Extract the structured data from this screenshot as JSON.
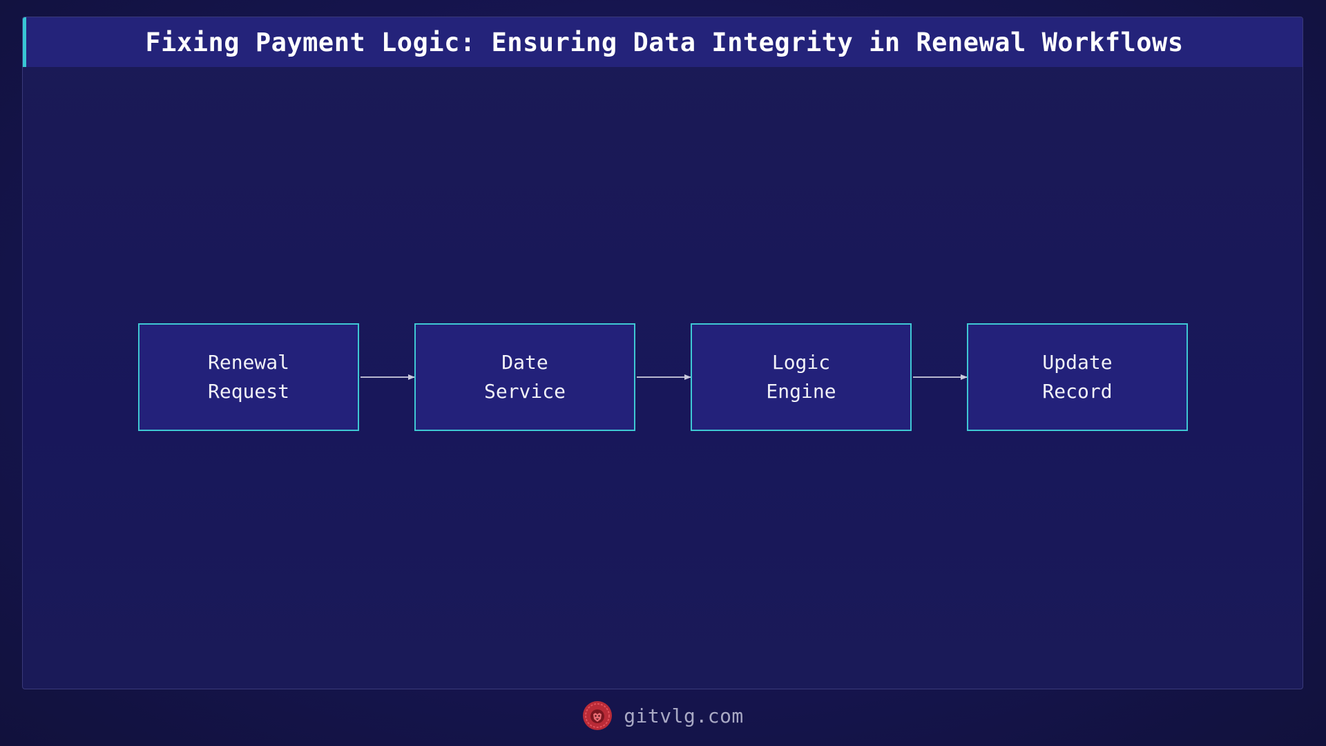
{
  "title": "Fixing Payment Logic: Ensuring Data Integrity in Renewal Workflows",
  "diagram": {
    "nodes": [
      {
        "id": "renewal-request",
        "label": "Renewal\nRequest"
      },
      {
        "id": "date-service",
        "label": "Date\nService"
      },
      {
        "id": "logic-engine",
        "label": "Logic\nEngine"
      },
      {
        "id": "update-record",
        "label": "Update\nRecord"
      }
    ],
    "edges": [
      {
        "from": "renewal-request",
        "to": "date-service"
      },
      {
        "from": "date-service",
        "to": "logic-engine"
      },
      {
        "from": "logic-engine",
        "to": "update-record"
      }
    ]
  },
  "footer": {
    "site": "gitvlg.com",
    "logo_icon": "lion-head-icon"
  },
  "colors": {
    "accent": "#3fc8d4",
    "node_fill": "#23217a",
    "title_bar": "#24237a",
    "logo": "#d2343f"
  }
}
